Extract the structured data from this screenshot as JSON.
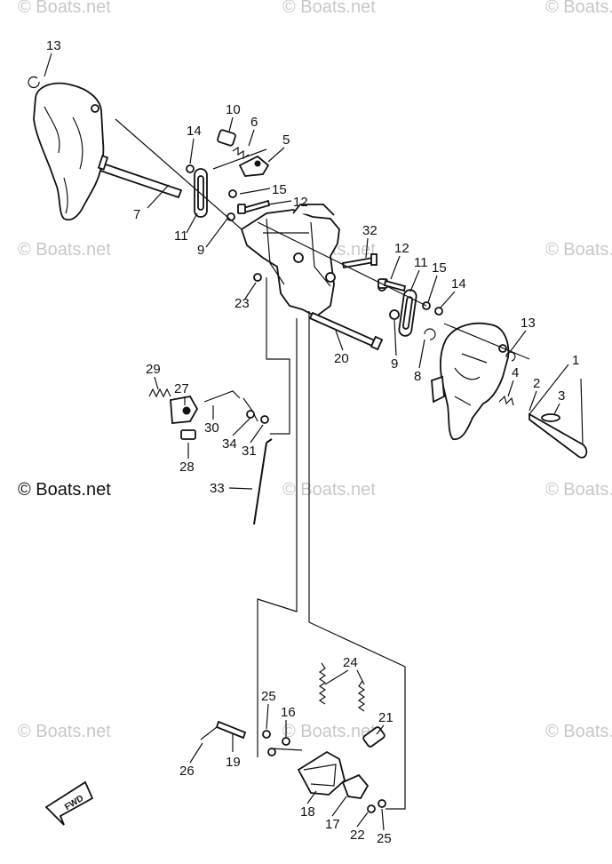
{
  "watermarks": {
    "brand": "© Boats.net",
    "copyright_text": "© Boats.net"
  },
  "fwd_label": "FWD",
  "callouts": [
    {
      "id": "c13a",
      "text": "13"
    },
    {
      "id": "c10",
      "text": "10"
    },
    {
      "id": "c14a",
      "text": "14"
    },
    {
      "id": "c6",
      "text": "6"
    },
    {
      "id": "c5",
      "text": "5"
    },
    {
      "id": "c15a",
      "text": "15"
    },
    {
      "id": "c12a",
      "text": "12"
    },
    {
      "id": "c7",
      "text": "7"
    },
    {
      "id": "c11a",
      "text": "11"
    },
    {
      "id": "c9a",
      "text": "9"
    },
    {
      "id": "c32",
      "text": "32"
    },
    {
      "id": "c12b",
      "text": "12"
    },
    {
      "id": "c11b",
      "text": "11"
    },
    {
      "id": "c15b",
      "text": "15"
    },
    {
      "id": "c14b",
      "text": "14"
    },
    {
      "id": "c23",
      "text": "23"
    },
    {
      "id": "c13b",
      "text": "13"
    },
    {
      "id": "c20",
      "text": "20"
    },
    {
      "id": "c9b",
      "text": "9"
    },
    {
      "id": "c8",
      "text": "8"
    },
    {
      "id": "c1",
      "text": "1"
    },
    {
      "id": "c4",
      "text": "4"
    },
    {
      "id": "c2",
      "text": "2"
    },
    {
      "id": "c3",
      "text": "3"
    },
    {
      "id": "c29",
      "text": "29"
    },
    {
      "id": "c27",
      "text": "27"
    },
    {
      "id": "c30",
      "text": "30"
    },
    {
      "id": "c34",
      "text": "34"
    },
    {
      "id": "c31",
      "text": "31"
    },
    {
      "id": "c28",
      "text": "28"
    },
    {
      "id": "c33",
      "text": "33"
    },
    {
      "id": "c24",
      "text": "24"
    },
    {
      "id": "c25a",
      "text": "25"
    },
    {
      "id": "c16",
      "text": "16"
    },
    {
      "id": "c21",
      "text": "21"
    },
    {
      "id": "c26",
      "text": "26"
    },
    {
      "id": "c19",
      "text": "19"
    },
    {
      "id": "c18",
      "text": "18"
    },
    {
      "id": "c17",
      "text": "17"
    },
    {
      "id": "c22",
      "text": "22"
    },
    {
      "id": "c25b",
      "text": "25"
    }
  ]
}
